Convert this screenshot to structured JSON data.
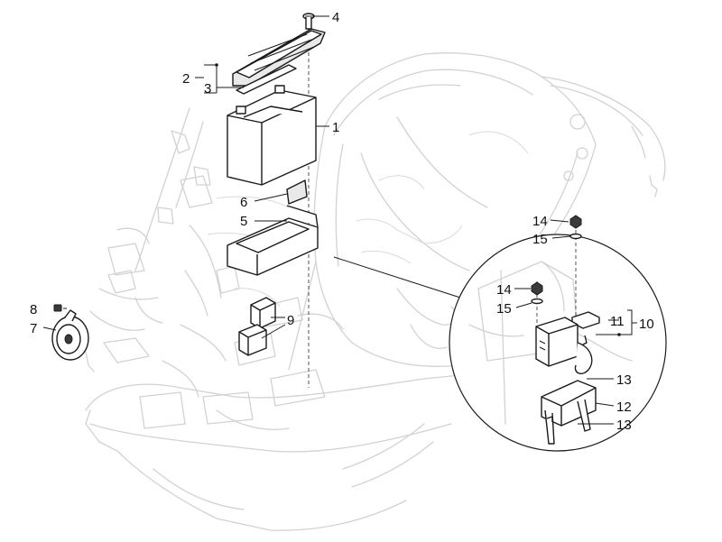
{
  "diagram": {
    "callouts": [
      {
        "id": "c1",
        "label": "1"
      },
      {
        "id": "c2",
        "label": "2"
      },
      {
        "id": "c3",
        "label": "3"
      },
      {
        "id": "c4",
        "label": "4"
      },
      {
        "id": "c5",
        "label": "5"
      },
      {
        "id": "c6",
        "label": "6"
      },
      {
        "id": "c7",
        "label": "7"
      },
      {
        "id": "c8",
        "label": "8"
      },
      {
        "id": "c9",
        "label": "9"
      },
      {
        "id": "c10",
        "label": "10"
      },
      {
        "id": "c11",
        "label": "11"
      },
      {
        "id": "c12",
        "label": "12"
      },
      {
        "id": "c13a",
        "label": "13"
      },
      {
        "id": "c13b",
        "label": "13"
      },
      {
        "id": "c14a",
        "label": "14"
      },
      {
        "id": "c14b",
        "label": "14"
      },
      {
        "id": "c15a",
        "label": "15"
      },
      {
        "id": "c15b",
        "label": "15"
      }
    ]
  }
}
